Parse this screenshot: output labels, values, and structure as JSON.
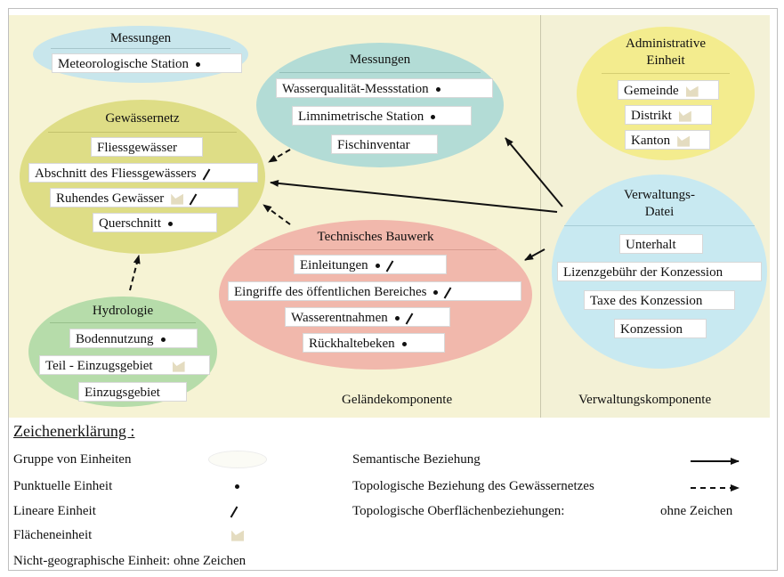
{
  "groups": {
    "messungen_small": {
      "title": "Messungen",
      "items": [
        "Meteorologische Station"
      ]
    },
    "gewaessernetz": {
      "title": "Gewässernetz",
      "items": [
        "Fliessgewässer",
        "Abschnitt des Fliessgewässers",
        "Ruhendes Gewässer",
        "Querschnitt"
      ]
    },
    "messungen_big": {
      "title": "Messungen",
      "items": [
        "Wasserqualität-Messstation",
        "Limnimetrische Station",
        "Fischinventar"
      ]
    },
    "technisches": {
      "title": "Technisches Bauwerk",
      "items": [
        "Einleitungen",
        "Eingriffe des öffentlichen Bereiches",
        "Wasserentnahmen",
        "Rückhaltebeken"
      ]
    },
    "hydrologie": {
      "title": "Hydrologie",
      "items": [
        "Bodennutzung",
        "Teil - Einzugsgebiet",
        "Einzugsgebiet"
      ]
    },
    "administrative": {
      "title_line1": "Administrative",
      "title_line2": "Einheit",
      "items": [
        "Gemeinde",
        "Distrikt",
        "Kanton"
      ]
    },
    "verwaltung": {
      "title_line1": "Verwaltungs-",
      "title_line2": "Datei",
      "items": [
        "Unterhalt",
        "Lizenzgebühr der Konzession",
        "Taxe des Konzession",
        "Konzession"
      ]
    }
  },
  "components": {
    "gelaende": "Geländekomponente",
    "verwaltung": "Verwaltungskomponente"
  },
  "legend": {
    "title": "Zeichenerklärung :",
    "group": "Gruppe von Einheiten",
    "point": "Punktuelle Einheit",
    "line": "Lineare Einheit",
    "area": "Flächeneinheit",
    "nongeo": "Nicht-geographische Einheit: ohne Zeichen",
    "semantic": "Semantische Beziehung",
    "topo_net": "Topologische Beziehung des Gewässernetzes",
    "topo_surface": "Topologische Oberflächenbeziehungen:",
    "ohne_zeichen": "ohne Zeichen"
  },
  "colors": {
    "yellow_green": "#dedd86",
    "teal": "#b3dcd6",
    "salmon": "#f1b8ac",
    "green": "#b6dcaa",
    "yellow": "#f3ec8e",
    "light_blue": "#c8e9f1",
    "arrow": "#111111"
  }
}
